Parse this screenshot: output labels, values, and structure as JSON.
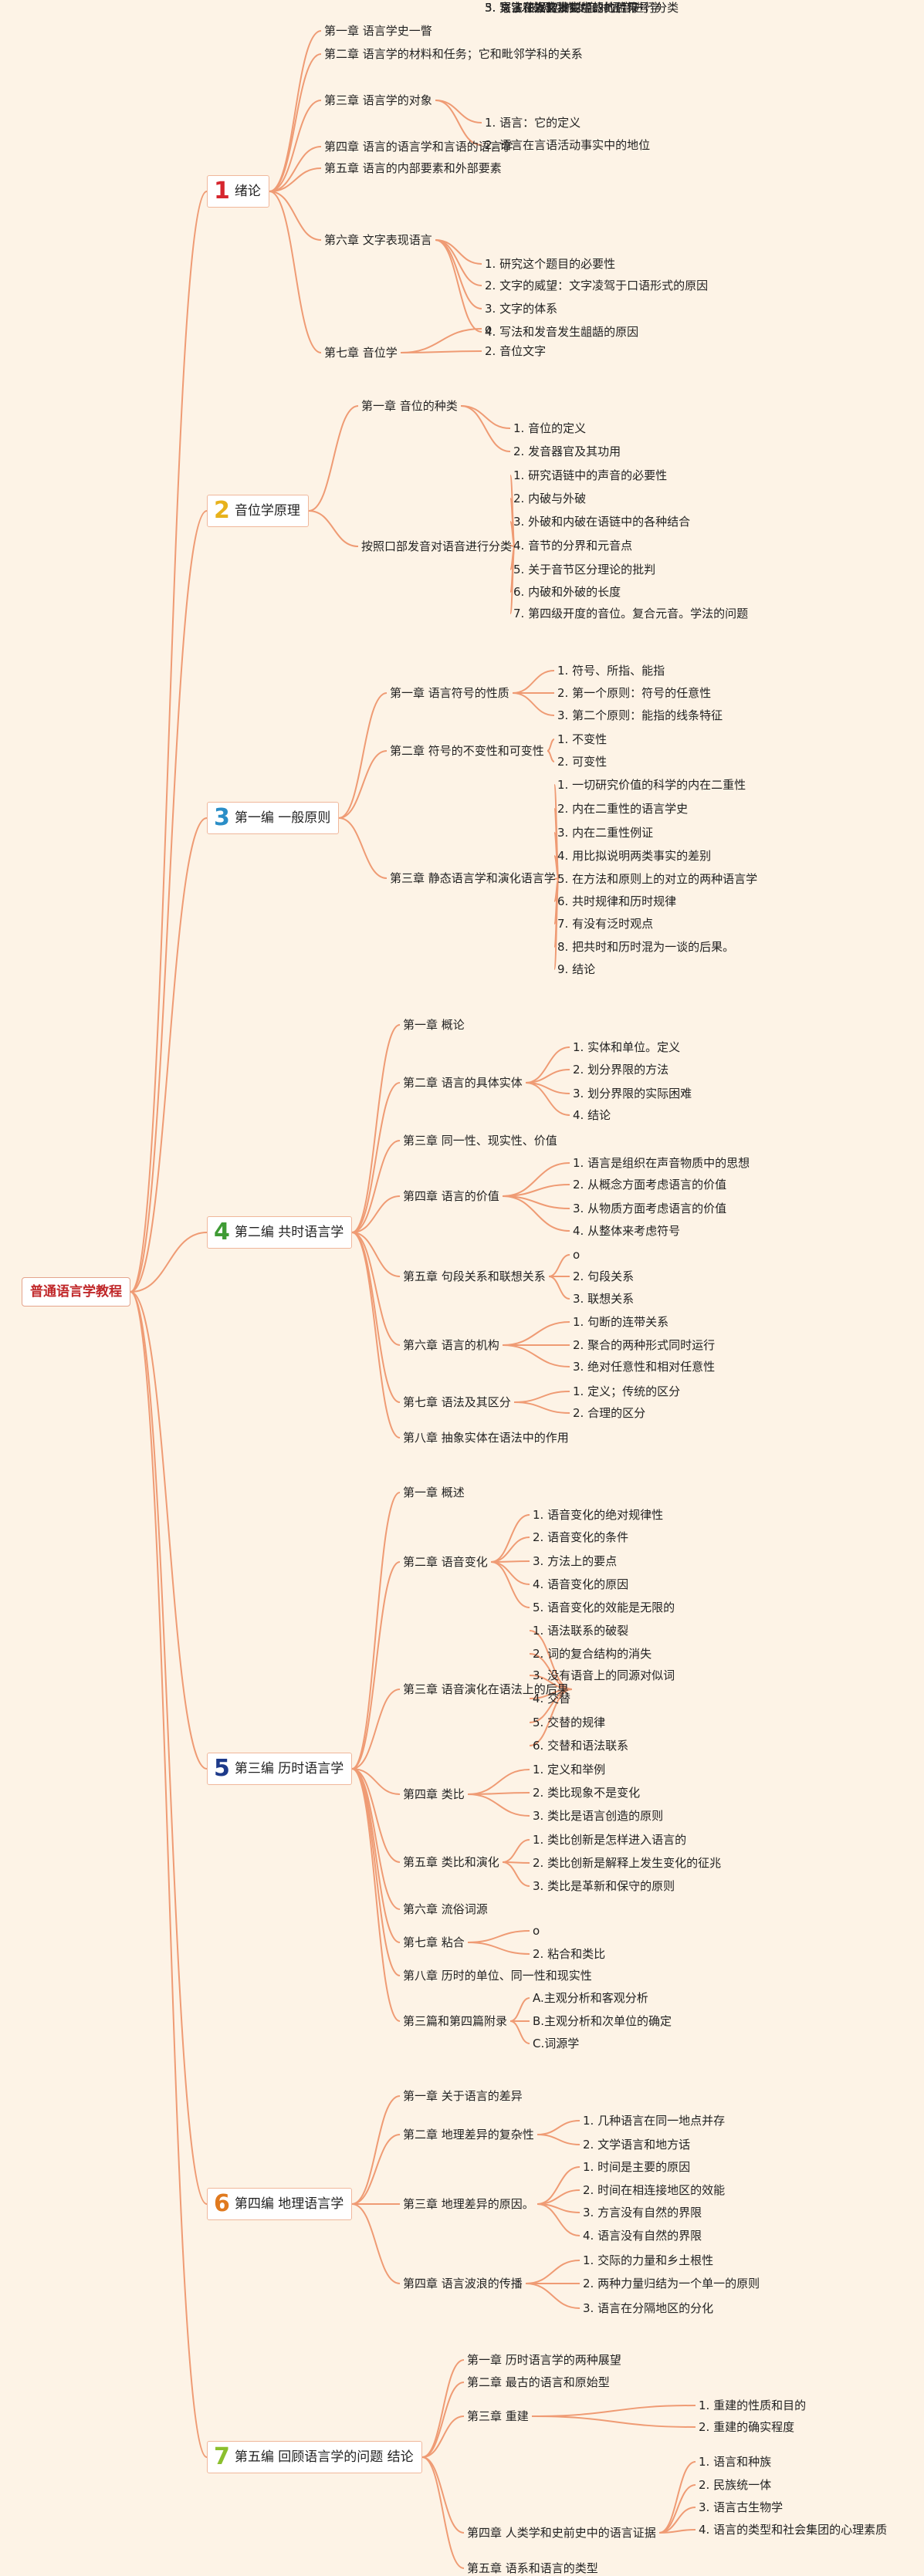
{
  "root": {
    "title": "普通语言学教程"
  },
  "branches": [
    {
      "num": "1",
      "color": "#d6262e",
      "label": "绪论",
      "children": [
        {
          "label": "第一章 语言学史一瞥"
        },
        {
          "label": "第二章 语言学的材料和任务；它和毗邻学科的关系"
        },
        {
          "label": "第三章 语言学的对象",
          "children": [
            "1. 语言：它的定义",
            "2. 语言在言语活动事实中的地位",
            "3. 语言在人文事实中的地位符号学"
          ]
        },
        {
          "label": "第四章 语言的语言学和言语的语言学"
        },
        {
          "label": "第五章 语言的内部要素和外部要素"
        },
        {
          "label": "第六章 文字表现语言",
          "children": [
            "1. 研究这个题目的必要性",
            "2. 文字的威望：文字凌驾于口语形式的原因",
            "3. 文字的体系",
            "4. 写法和发音发生龃龉的原因",
            "5. 写法和发音发生龃龉的后果"
          ]
        },
        {
          "label": "第七章 音位学",
          "children": [
            "o",
            "2. 音位文字",
            "3. 文字证据的批判"
          ]
        }
      ]
    },
    {
      "num": "2",
      "color": "#e7b21c",
      "label": "音位学原理",
      "children": [
        {
          "label": "第一章 音位的种类",
          "children": [
            "1. 音位的定义",
            "2. 发音器官及其功用",
            "3. 按照恐怖发音对语音进行分类"
          ]
        },
        {
          "label": "按照口部发音对语音进行分类",
          "children": [
            "1. 研究语链中的声音的必要性",
            "2. 内破与外破",
            "3. 外破和内破在语链中的各种结合",
            "4. 音节的分界和元音点",
            "5. 关于音节区分理论的批判",
            "6. 内破和外破的长度",
            "7. 第四级开度的音位。复合元音。学法的问题"
          ]
        }
      ]
    },
    {
      "num": "3",
      "color": "#2a8ec7",
      "label": "第一编 一般原则",
      "children": [
        {
          "label": "第一章 语言符号的性质",
          "children": [
            "1. 符号、所指、能指",
            "2. 第一个原则：符号的任意性",
            "3. 第二个原则：能指的线条特征"
          ]
        },
        {
          "label": "第二章 符号的不变性和可变性",
          "children": [
            "1. 不变性",
            "2. 可变性"
          ]
        },
        {
          "label": "第三章 静态语言学和演化语言学",
          "children": [
            "1. 一切研究价值的科学的内在二重性",
            "2. 内在二重性的语言学史",
            "3. 内在二重性例证",
            "4. 用比拟说明两类事实的差别",
            "5. 在方法和原则上的对立的两种语言学",
            "6. 共时规律和历时规律",
            "7. 有没有泛时观点",
            "8. 把共时和历时混为一谈的后果。",
            "9. 结论"
          ]
        }
      ]
    },
    {
      "num": "4",
      "color": "#3f9b35",
      "label": "第二编 共时语言学",
      "children": [
        {
          "label": "第一章 概论"
        },
        {
          "label": "第二章 语言的具体实体",
          "children": [
            "1. 实体和单位。定义",
            "2. 划分界限的方法",
            "3. 划分界限的实际困难",
            "4. 结论"
          ]
        },
        {
          "label": "第三章 同一性、现实性、价值"
        },
        {
          "label": "第四章 语言的价值",
          "children": [
            "1. 语言是组织在声音物质中的思想",
            "2. 从概念方面考虑语言的价值",
            "3. 从物质方面考虑语言的价值",
            "4. 从整体来考虑符号"
          ]
        },
        {
          "label": "第五章 句段关系和联想关系",
          "children": [
            "o",
            "2. 句段关系",
            "3. 联想关系"
          ]
        },
        {
          "label": "第六章 语言的机构",
          "children": [
            "1. 句断的连带关系",
            "2. 聚合的两种形式同时运行",
            "3. 绝对任意性和相对任意性"
          ]
        },
        {
          "label": "第七章 语法及其区分",
          "children": [
            "1. 定义；传统的区分",
            "2. 合理的区分"
          ]
        },
        {
          "label": "第八章 抽象实体在语法中的作用"
        }
      ]
    },
    {
      "num": "5",
      "color": "#1d3a8a",
      "label": "第三编 历时语言学",
      "children": [
        {
          "label": "第一章 概述"
        },
        {
          "label": "第二章 语音变化",
          "children": [
            "1. 语音变化的绝对规律性",
            "2. 语音变化的条件",
            "3. 方法上的要点",
            "4. 语音变化的原因",
            "5. 语音变化的效能是无限的"
          ]
        },
        {
          "label": "第三章 语音演化在语法上的后果",
          "children": [
            "1. 语法联系的破裂",
            "2. 词的复合结构的消失",
            "3. 没有语音上的同源对似词",
            "4. 交替",
            "5. 交替的规律",
            "6. 交替和语法联系"
          ]
        },
        {
          "label": "第四章 类比",
          "children": [
            "1. 定义和举例",
            "2. 类比现象不是变化",
            "3. 类比是语言创造的原则"
          ]
        },
        {
          "label": "第五章 类比和演化",
          "children": [
            "1. 类比创新是怎样进入语言的",
            "2. 类比创新是解释上发生变化的征兆",
            "3. 类比是革新和保守的原则"
          ]
        },
        {
          "label": "第六章 流俗词源"
        },
        {
          "label": "第七章 粘合",
          "children": [
            "o",
            "2. 粘合和类比"
          ]
        },
        {
          "label": "第八章 历时的单位、同一性和现实性"
        },
        {
          "label": "第三篇和第四篇附录",
          "children": [
            "A.主观分析和客观分析",
            "B.主观分析和次单位的确定",
            "C.词源学"
          ]
        }
      ]
    },
    {
      "num": "6",
      "color": "#e07a1f",
      "label": "第四编 地理语言学",
      "children": [
        {
          "label": "第一章 关于语言的差异"
        },
        {
          "label": "第二章 地理差异的复杂性",
          "children": [
            "1. 几种语言在同一地点并存",
            "2. 文学语言和地方话"
          ]
        },
        {
          "label": "第三章 地理差异的原因。",
          "children": [
            "1. 时间是主要的原因",
            "2. 时间在相连接地区的效能",
            "3. 方言没有自然的界限",
            "4. 语言没有自然的界限"
          ]
        },
        {
          "label": "第四章 语言波浪的传播",
          "children": [
            "1. 交际的力量和乡土根性",
            "2. 两种力量归结为一个单一的原则",
            "3. 语言在分隔地区的分化"
          ]
        }
      ]
    },
    {
      "num": "7",
      "color": "#8bbf2e",
      "label": "第五编 回顾语言学的问题 结论",
      "children": [
        {
          "label": "第一章 历时语言学的两种展望"
        },
        {
          "label": "第二章 最古的语言和原始型"
        },
        {
          "label": "第三章 重建",
          "children": [
            "1. 重建的性质和目的",
            "2. 重建的确实程度"
          ]
        },
        {
          "label": "第四章 人类学和史前史中的语言证据",
          "children": [
            "1. 语言和种族",
            "2. 民族统一体",
            "3. 语言古生物学",
            "4. 语言的类型和社会集团的心理素质"
          ]
        },
        {
          "label": "第五章 语系和语言的类型"
        }
      ]
    }
  ]
}
